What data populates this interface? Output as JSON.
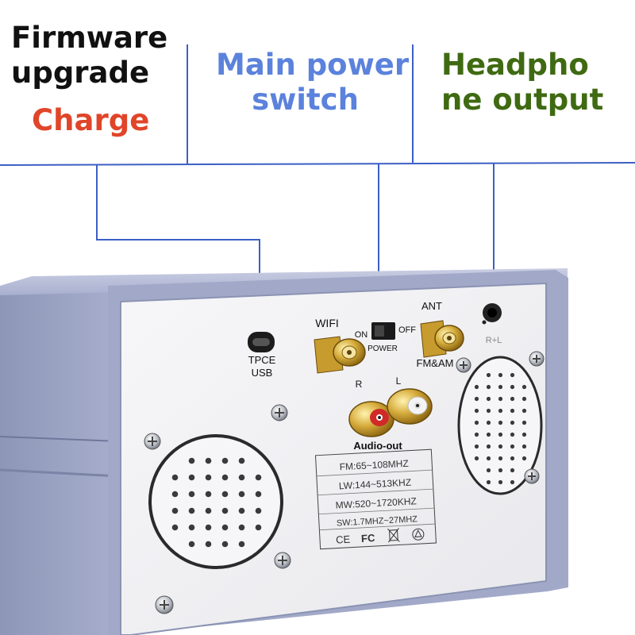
{
  "callouts": {
    "firmware_line1": "Firmware",
    "firmware_line2": "upgrade",
    "charge": "Charge",
    "power_line1": "Main power",
    "power_line2": "switch",
    "headphone_line1": "Headpho",
    "headphone_line2": "ne output"
  },
  "panel": {
    "tpce": "TPCE",
    "usb": "USB",
    "wifi": "WIFI",
    "on": "ON",
    "off": "OFF",
    "power": "POWER",
    "ant": "ANT",
    "fmam": "FM&AM",
    "rl": "R+L",
    "r": "R",
    "l": "L",
    "audio_out": "Audio-out",
    "spec_fm": "FM:65~108MHZ",
    "spec_lw": "LW:144~513KHZ",
    "spec_mw": "MW:520~1720KHZ",
    "spec_sw": "SW:1.7MHZ~27MHZ",
    "ce_mark": "CE",
    "fc_mark": "FC"
  },
  "colors": {
    "firmware": "#111111",
    "charge": "#e0452a",
    "power": "#5b82dc",
    "headphone": "#3f6a12",
    "callout_line": "#3d5fc4",
    "case": "#9ea6c8",
    "faceplate": "#f2f2f4"
  }
}
